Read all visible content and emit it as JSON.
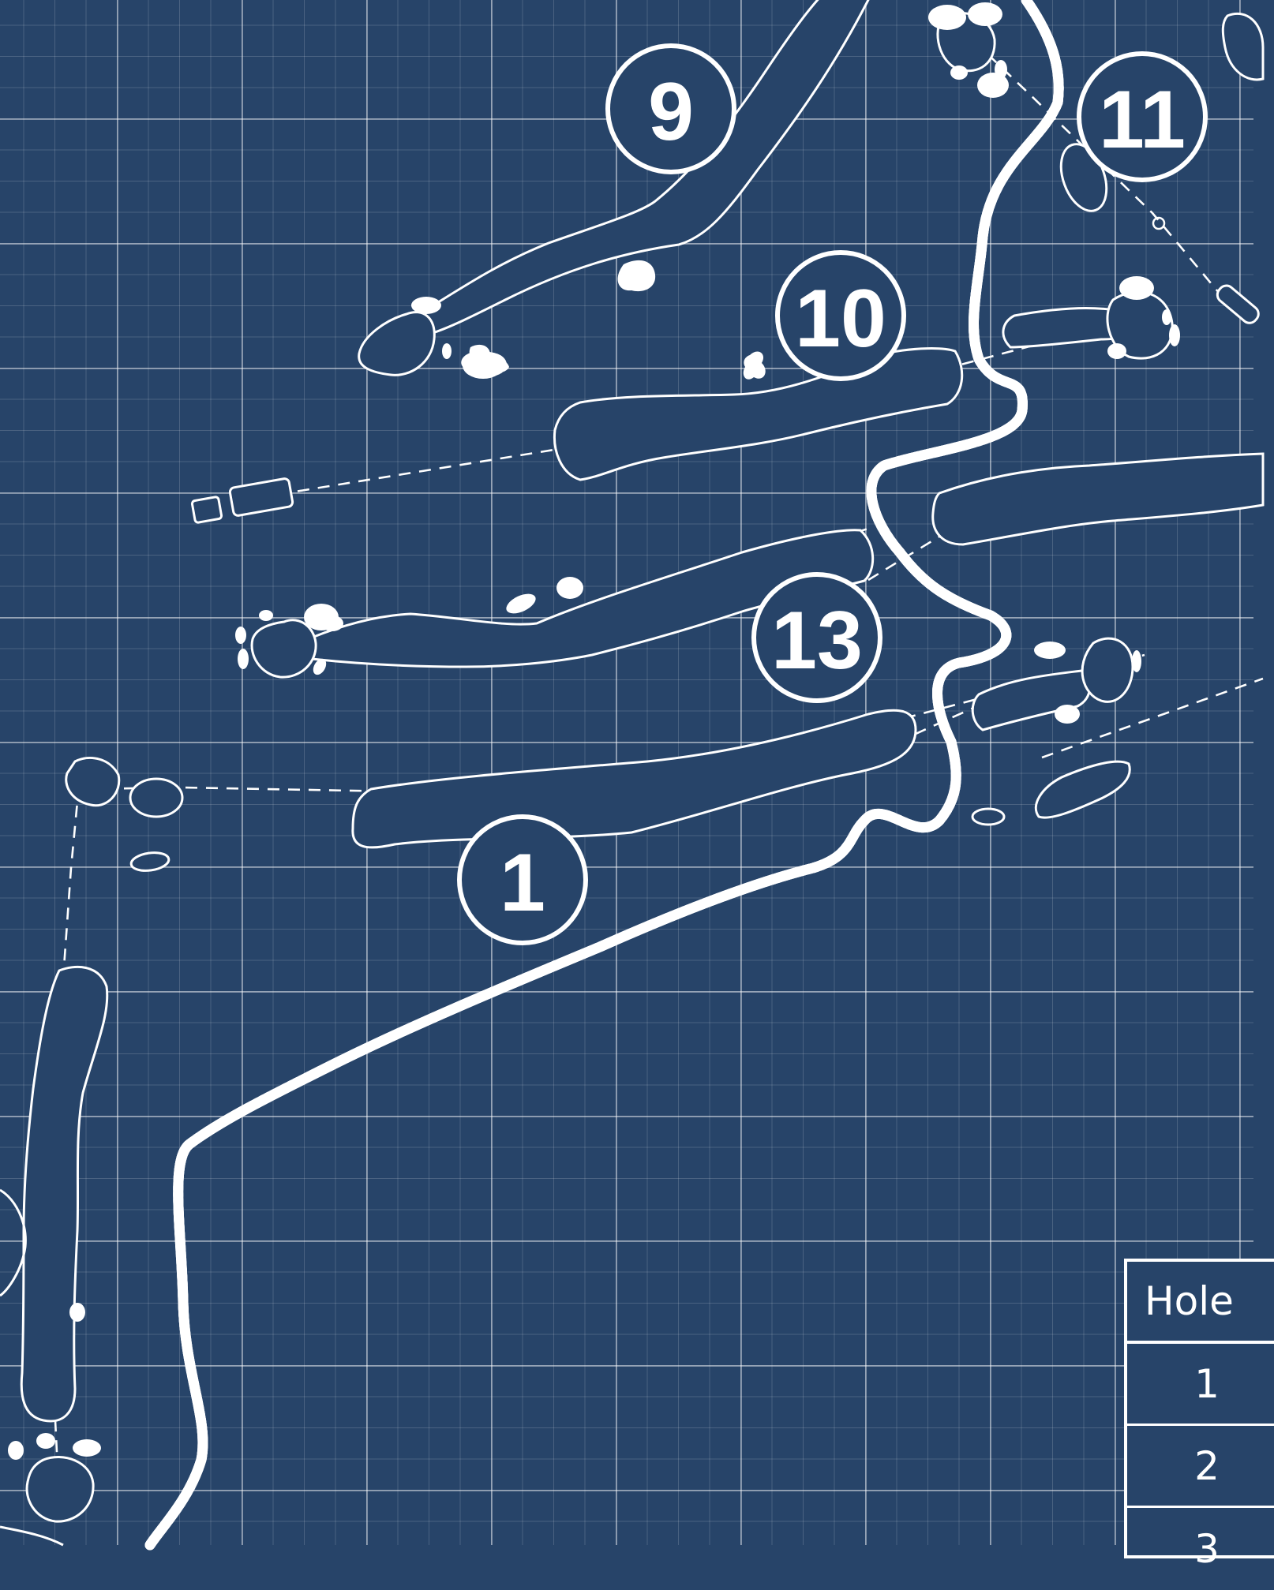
{
  "map": {
    "background_color": "#274469",
    "line_color": "#ffffff",
    "hole_labels": [
      {
        "number": "9"
      },
      {
        "number": "11"
      },
      {
        "number": "10"
      },
      {
        "number": "13"
      },
      {
        "number": "1"
      }
    ]
  },
  "scorecard": {
    "header": "Hole",
    "rows": [
      "1",
      "2",
      "3"
    ]
  }
}
